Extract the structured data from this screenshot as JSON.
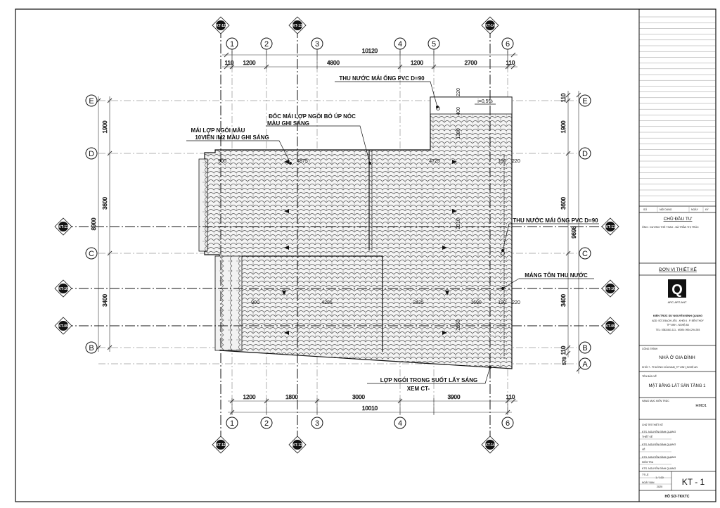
{
  "grid": {
    "cols": [
      "1",
      "2",
      "3",
      "4",
      "5",
      "6"
    ],
    "rows": [
      "E",
      "D",
      "C",
      "B",
      "A"
    ]
  },
  "dims": {
    "top_total": "10120",
    "top": [
      "110",
      "1200",
      "4800",
      "1200",
      "2700",
      "110"
    ],
    "bottom": [
      "1200",
      "1800",
      "3000",
      "3900",
      "110"
    ],
    "bottom_total": "10010",
    "left": [
      "1900",
      "3600",
      "3400"
    ],
    "left_total": "8900",
    "right": [
      "110",
      "1900",
      "3600",
      "3400",
      "110"
    ],
    "right_total": "9698",
    "right_small": "578",
    "inner_upper": [
      "900",
      "4875",
      "4725",
      "190",
      "220"
    ],
    "inner_lower": [
      "900",
      "4285",
      "2425",
      "1690",
      "190",
      "220"
    ],
    "slope": "i=0,5%",
    "misc": [
      "220",
      "400",
      "1380",
      "2010",
      "2550"
    ]
  },
  "sections": {
    "top": [
      "KT-12",
      "KT-13",
      "KT-14"
    ],
    "bottom": [
      "KT-12",
      "KT-13",
      "KT-14"
    ],
    "left": [
      "KT-11",
      "KT-10",
      "KT-09"
    ],
    "right": [
      "KT-11",
      "KT-10",
      "KT-09"
    ]
  },
  "annotations": {
    "gutter_top": "THU NƯỚC MÁI ỐNG PVC D=90",
    "ridge_1": "ĐỐC MÁI LỢP NGÓI BÒ ÚP NÓC",
    "ridge_2": "MÀU GHI SÁNG",
    "tile_1": "MÁI LỢP NGÓI MẪU",
    "tile_2": "10VIÊN /M2 MÀU GHI SÁNG",
    "gutter_right": "THU NƯỚC MÁI ỐNG PVC D=90",
    "trough": "MÁNG TÔN THU NƯỚC",
    "skylight_1": "LỢP NGÓI TRONG SUỐT LẤY SÁNG",
    "skylight_2": "XEM CT-"
  },
  "title_block": {
    "rev_headers": [
      "SỐ",
      "NỘI DUNG",
      "NGÀY",
      "KÝ"
    ],
    "owner_heading": "CHỦ ĐẦU TƯ",
    "owner_text": "ÔNG : DƯƠNG THẾ THAO - BÀ TRẦN THỊ TRÚC",
    "designer_heading": "ĐƠN VỊ THIẾT KẾ",
    "logo_letter": "Q",
    "logo_caption": "ARC-ART-ANT",
    "firm_name": "KIẾN TRÚC SƯ NGUYỄN ĐÌNH QUANG",
    "firm_addr_1": "ADD: SỐ 3 BẠCH LIÊU - KHỐI 6 - P. BẾN THỦY",
    "firm_addr_2": "TP VINH - NGHỆ AN",
    "firm_phone": "TEL: 0383.841.111 - MOBI: 0904.294.393",
    "project_label": "CÔNG TRÌNH",
    "project_name": "NHÀ Ở GIA ĐÌNH",
    "project_sub": "KHỐI 7 - PHƯỜNG CỬA NAM_TP VINH_NGHỆ AN",
    "drawing_label": "TÊN BẢN VẼ",
    "drawing_name": "MẶT BẰNG LÁT SÀN TẦNG 1",
    "item_label": "HẠNG MỤC KIẾN TRÚC",
    "item_code": "HMD1",
    "role_1": "CHỦ TRÌ THIẾT KẾ",
    "name_1": "KTS. NGUYỄN ĐÌNH QUANG",
    "role_2": "THIẾT KẾ",
    "name_2": "KTS. NGUYỄN ĐÌNH QUANG",
    "role_3": "VẼ",
    "name_3": "KTS. NGUYỄN ĐÌNH QUANG",
    "role_4": "KIỂM TRA",
    "name_4": "KTS. NGUYỄN ĐÌNH QUANG",
    "scale_label": "TỶ LỆ",
    "scale": "1 / 100",
    "date_label": "NGÀY BAN",
    "year": "2020",
    "sheet": "KT - 1",
    "file_code": "HỒ SƠ-TKKTC"
  }
}
